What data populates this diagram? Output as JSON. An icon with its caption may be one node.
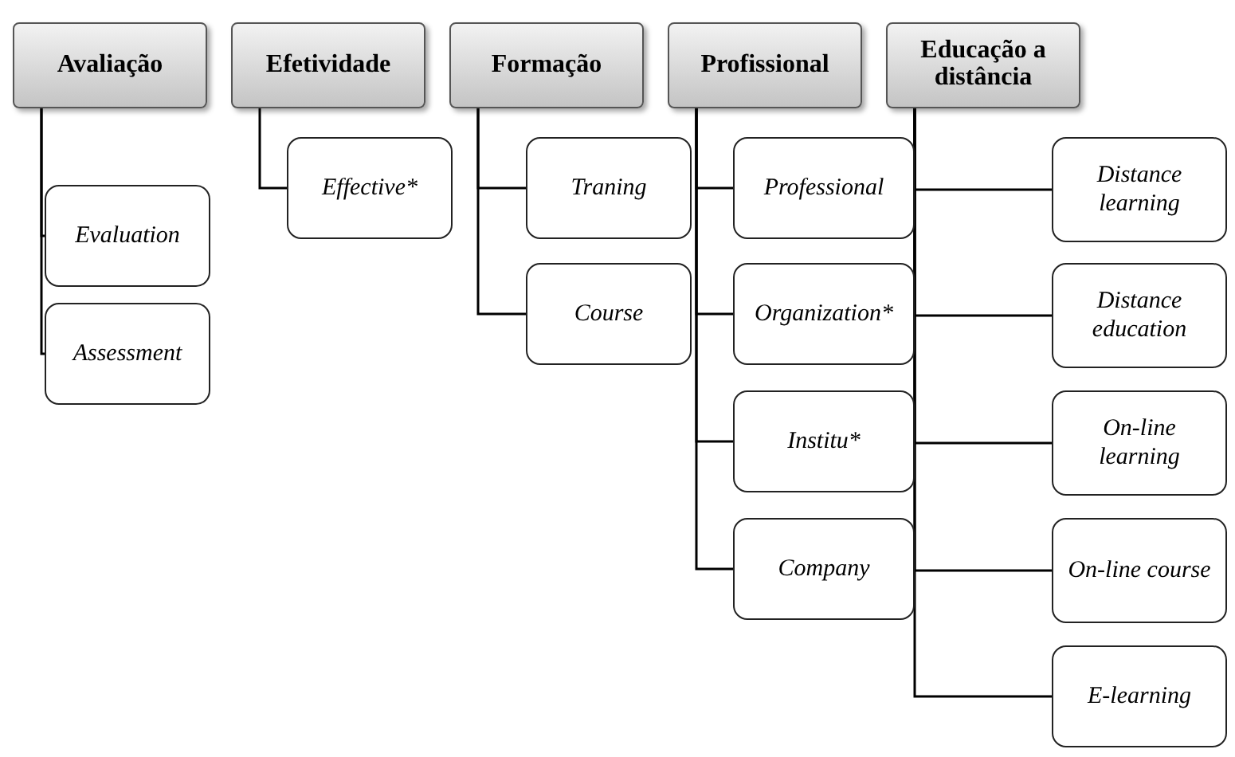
{
  "diagram": {
    "nodes": [
      {
        "text": [
          "Avaliação"
        ]
      },
      {
        "text": [
          "Efetividade"
        ]
      },
      {
        "text": [
          "Formação"
        ]
      },
      {
        "text": [
          "Profissional"
        ]
      },
      {
        "text": [
          "Educação a distância"
        ]
      },
      {
        "text": [
          "Evaluation"
        ]
      },
      {
        "text": [
          "Assessment"
        ]
      },
      {
        "text": [
          "Effective*"
        ]
      },
      {
        "text": [
          "Traning"
        ]
      },
      {
        "text": [
          "Course"
        ]
      },
      {
        "text": [
          "Professional"
        ]
      },
      {
        "text": [
          "Organization*"
        ]
      },
      {
        "text": [
          "Institu*"
        ]
      },
      {
        "text": [
          "Company"
        ]
      },
      {
        "text": [
          "Distance learning"
        ]
      },
      {
        "text": [
          "Distance education"
        ]
      },
      {
        "text": [
          "On-line learning"
        ]
      },
      {
        "text": [
          "On-line course"
        ]
      },
      {
        "text": [
          "E-learning"
        ]
      }
    ],
    "edges": [
      {
        "from": 0,
        "to": 5,
        "arrow": "none"
      },
      {
        "from": 0,
        "to": 6,
        "arrow": "none"
      },
      {
        "from": 1,
        "to": 7,
        "arrow": "none"
      },
      {
        "from": 2,
        "to": 8,
        "arrow": "none"
      },
      {
        "from": 2,
        "to": 9,
        "arrow": "none"
      },
      {
        "from": 3,
        "to": 10,
        "arrow": "none"
      },
      {
        "from": 3,
        "to": 11,
        "arrow": "none"
      },
      {
        "from": 3,
        "to": 12,
        "arrow": "none"
      },
      {
        "from": 3,
        "to": 13,
        "arrow": "none"
      },
      {
        "from": 4,
        "to": 14,
        "arrow": "none"
      },
      {
        "from": 4,
        "to": 15,
        "arrow": "none"
      },
      {
        "from": 4,
        "to": 16,
        "arrow": "none"
      },
      {
        "from": 4,
        "to": 17,
        "arrow": "none"
      },
      {
        "from": 4,
        "to": 18,
        "arrow": "none"
      }
    ]
  }
}
